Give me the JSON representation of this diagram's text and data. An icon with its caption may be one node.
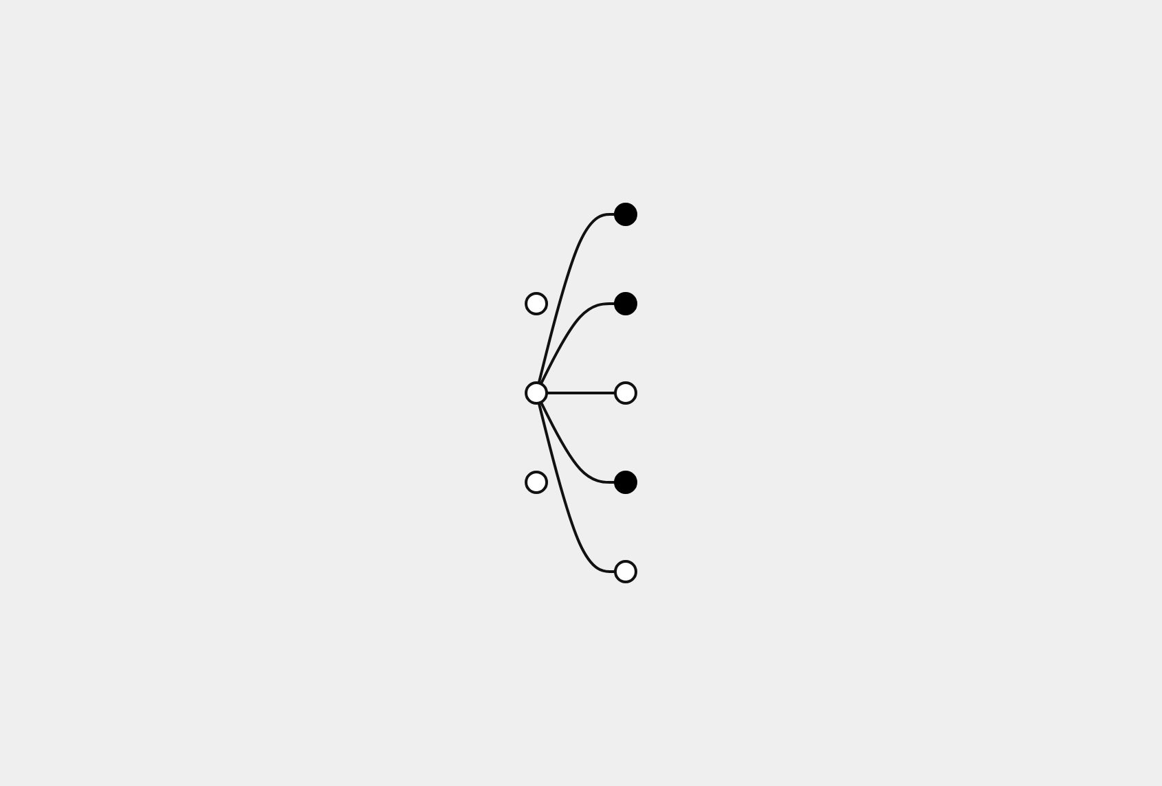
{
  "diagram": {
    "nodes": [
      {
        "text": [],
        "shape": "circle"
      },
      {
        "text": [],
        "shape": "circle"
      },
      {
        "text": [],
        "shape": "circle"
      },
      {
        "text": [],
        "shape": "circle"
      },
      {
        "text": [],
        "shape": "circle"
      },
      {
        "text": [],
        "shape": "circle"
      },
      {
        "text": [],
        "shape": "circle"
      },
      {
        "text": [],
        "shape": "circle"
      }
    ],
    "edges": [
      {
        "from": 3,
        "to": 2,
        "arrow": "none"
      },
      {
        "from": 3,
        "to": 1,
        "arrow": "none"
      },
      {
        "from": 3,
        "to": 4,
        "arrow": "none"
      },
      {
        "from": 3,
        "to": 6,
        "arrow": "none"
      },
      {
        "from": 3,
        "to": 5,
        "arrow": "none"
      }
    ]
  }
}
